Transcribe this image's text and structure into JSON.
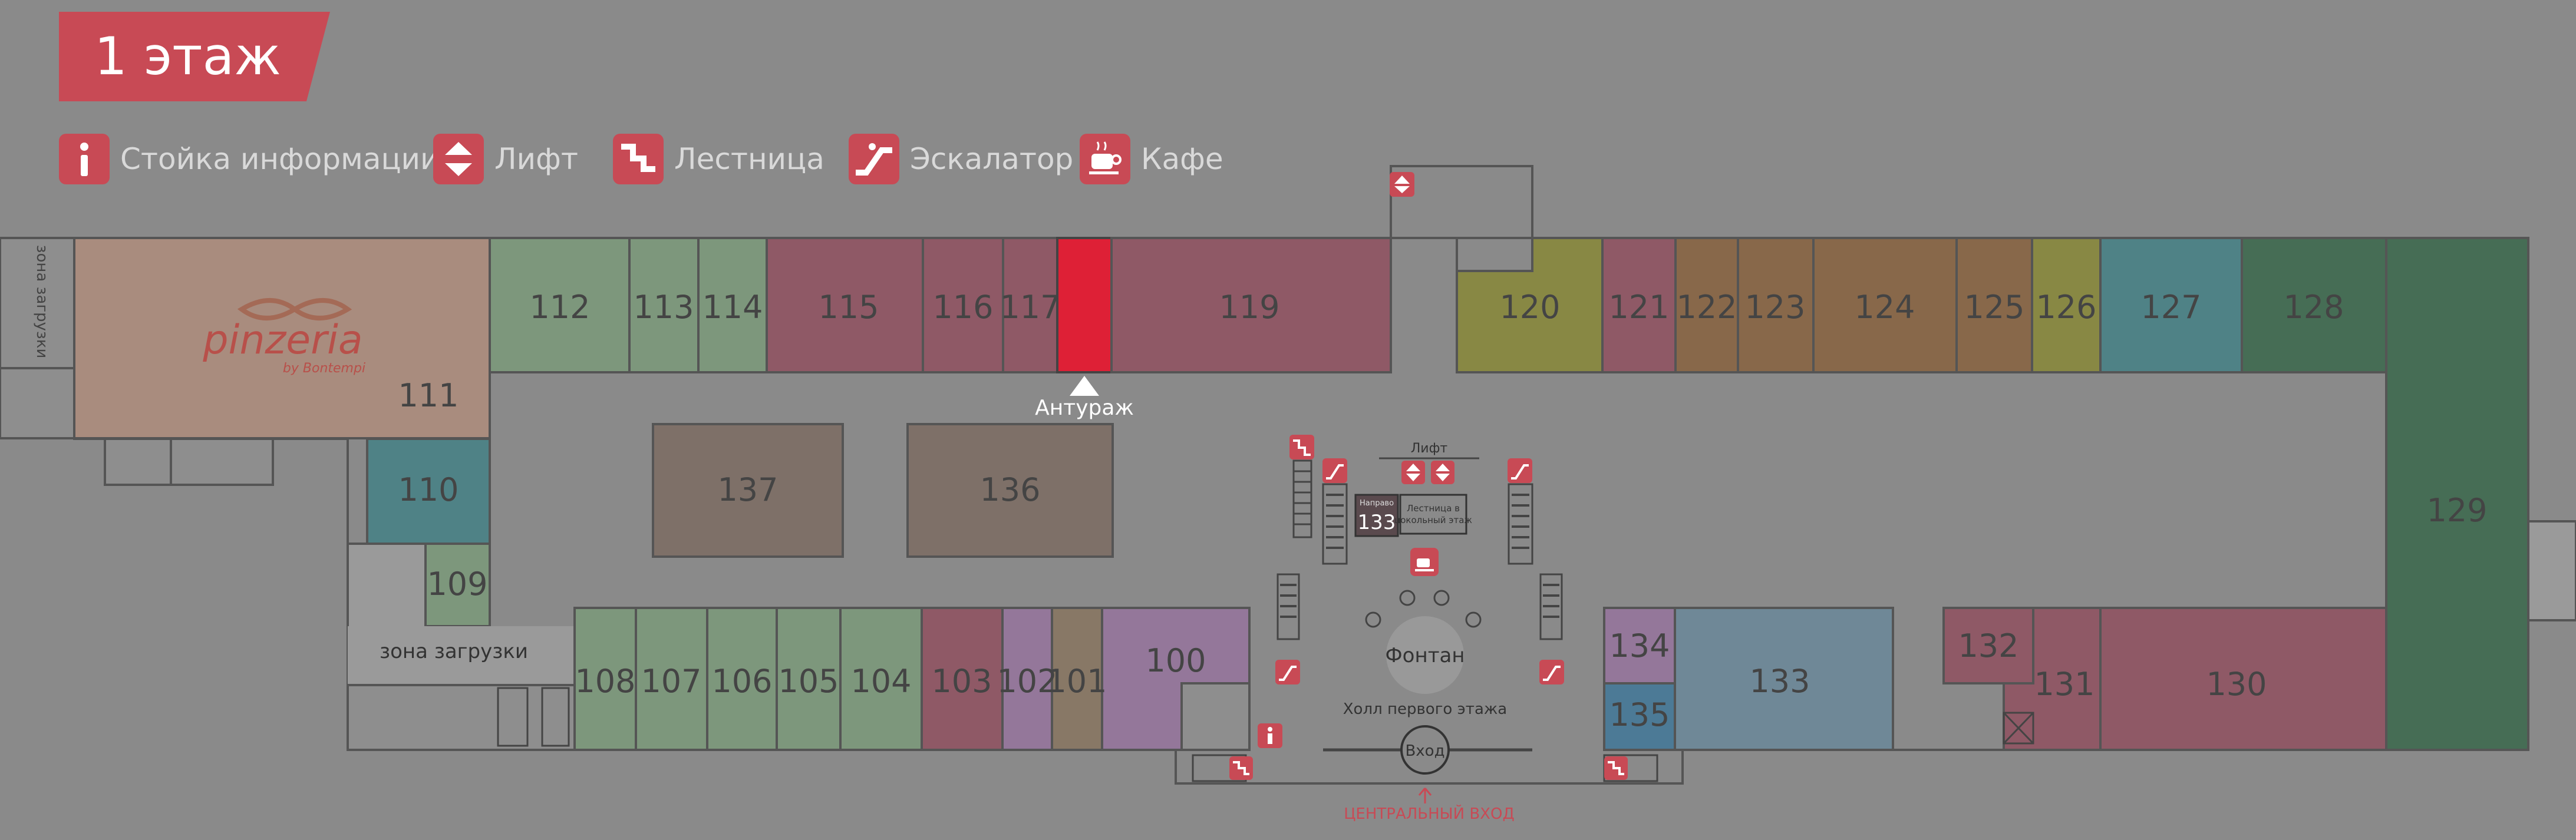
{
  "floor_title": "1 этаж",
  "legend": [
    {
      "icon": "info-icon",
      "label": "Стойка информации"
    },
    {
      "icon": "elevator-icon",
      "label": "Лифт"
    },
    {
      "icon": "stairs-icon",
      "label": "Лестница"
    },
    {
      "icon": "escalator-icon",
      "label": "Эскалатор"
    },
    {
      "icon": "cafe-icon",
      "label": "Кафе"
    }
  ],
  "brand_logo": {
    "name": "pinzeria",
    "tagline": "by Bontempi"
  },
  "stores": {
    "s100": "100",
    "s101": "101",
    "s102": "102",
    "s103": "103",
    "s104": "104",
    "s105": "105",
    "s106": "106",
    "s107": "107",
    "s108": "108",
    "s109": "109",
    "s110": "110",
    "s111": "111",
    "s112": "112",
    "s113": "113",
    "s114": "114",
    "s115": "115",
    "s116": "116",
    "s117": "117",
    "s119": "119",
    "s120": "120",
    "s121": "121",
    "s122": "122",
    "s123": "123",
    "s124": "124",
    "s125": "125",
    "s126": "126",
    "s127": "127",
    "s128": "128",
    "s129": "129",
    "s130": "130",
    "s131": "131",
    "s132": "132",
    "s133": "133",
    "s134": "134",
    "s135": "135",
    "s136": "136",
    "s137": "137"
  },
  "labels": {
    "loading_zone_left": "зона загрузки",
    "loading_zone_vertical": "зона загрузки",
    "highlight_store": "Антураж",
    "lift": "Лифт",
    "fountain": "Фонтан",
    "hall": "Холл первого этажа",
    "entrance": "Вход",
    "central_entrance": "ЦЕНТРАЛЬНЫЙ ВХОД",
    "sign_store": "133",
    "sign_caption_top": "Направо",
    "sign_caption_line1": "Лестница в",
    "sign_caption_line2": "цокольный этаж"
  },
  "colors": {
    "background": "#8a8a8a",
    "accent_red": "#c84a55",
    "highlight": "#de2036",
    "green_gray": "#7d977c",
    "rose": "#8f5966",
    "teal": "#4f8286",
    "olive": "#888844",
    "brown": "#88684a",
    "dark_green": "#466d55",
    "tan": "#7e7068",
    "lilac": "#94779a",
    "blue_gray": "#6f8897"
  }
}
